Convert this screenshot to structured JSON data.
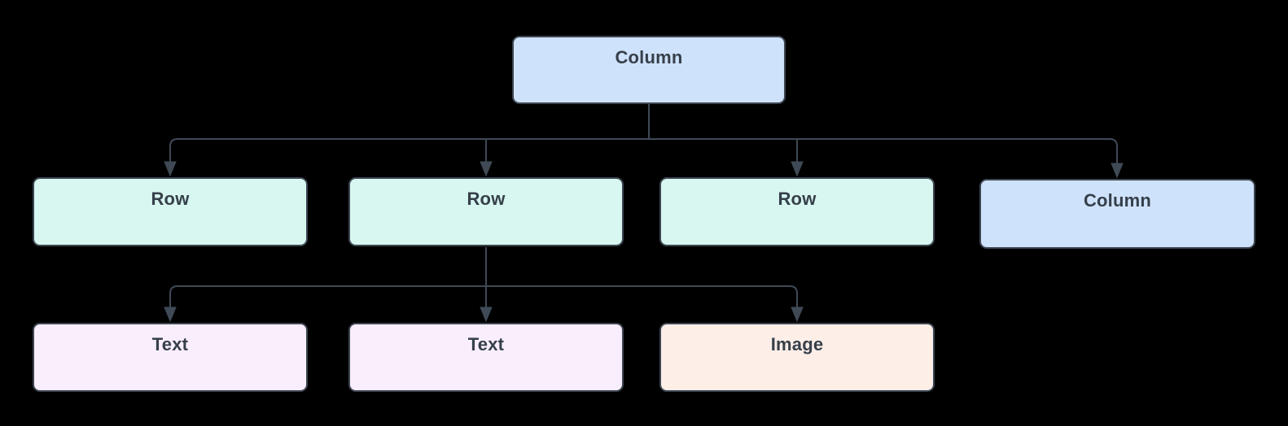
{
  "diagram": {
    "title": "widget-tree-diagram",
    "background_color": "#000000",
    "edge_color": "#3f4a56",
    "text_color": "#36404a",
    "node_fills": {
      "column": "#cfe2fc",
      "row": "#d7f7f0",
      "text": "#f9eefb",
      "image": "#fdeee8"
    },
    "nodes": [
      {
        "id": "root",
        "label": "Column",
        "type": "column"
      },
      {
        "id": "row-1",
        "label": "Row",
        "type": "row"
      },
      {
        "id": "row-2",
        "label": "Row",
        "type": "row"
      },
      {
        "id": "row-3",
        "label": "Row",
        "type": "row"
      },
      {
        "id": "column-2",
        "label": "Column",
        "type": "column"
      },
      {
        "id": "text-1",
        "label": "Text",
        "type": "text"
      },
      {
        "id": "text-2",
        "label": "Text",
        "type": "text"
      },
      {
        "id": "image-1",
        "label": "Image",
        "type": "image"
      }
    ],
    "edges": [
      {
        "from": "root",
        "to": "row-1"
      },
      {
        "from": "root",
        "to": "row-2"
      },
      {
        "from": "root",
        "to": "row-3"
      },
      {
        "from": "root",
        "to": "column-2"
      },
      {
        "from": "row-2",
        "to": "text-1"
      },
      {
        "from": "row-2",
        "to": "text-2"
      },
      {
        "from": "row-2",
        "to": "image-1"
      }
    ]
  }
}
